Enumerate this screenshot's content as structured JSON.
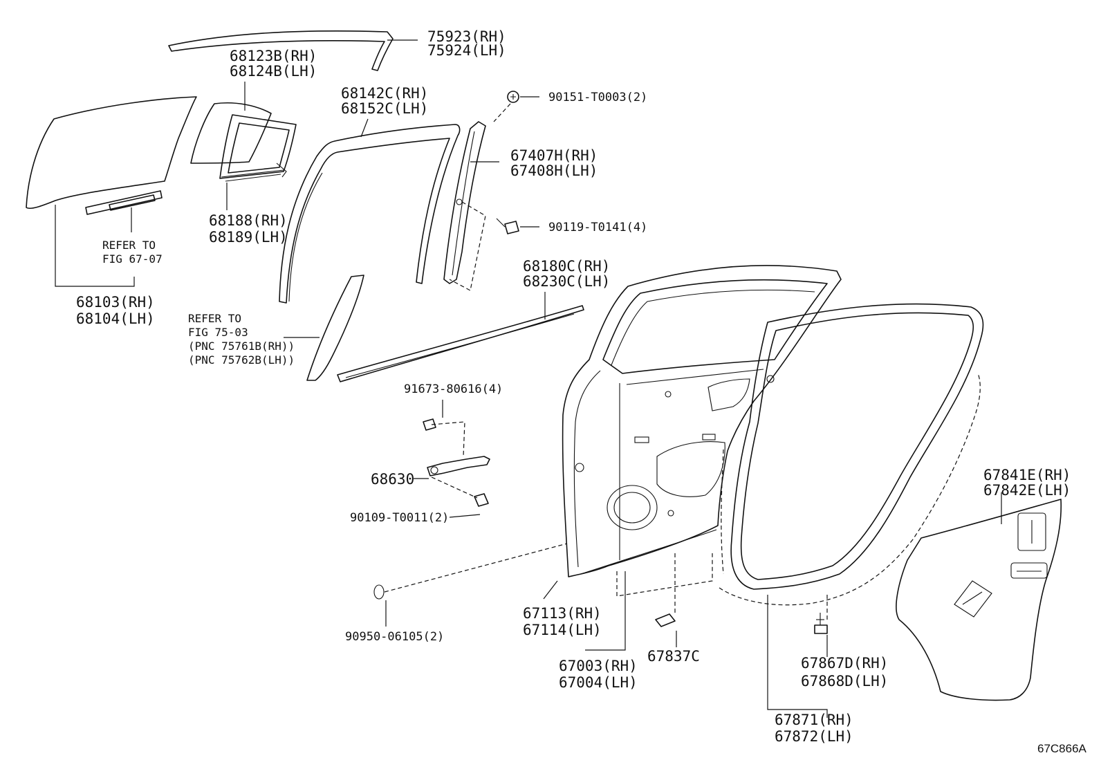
{
  "labels": {
    "p75923_rh": "75923(RH)",
    "p75924_lh": "75924(LH)",
    "p68123b_rh": "68123B(RH)",
    "p68124b_lh": "68124B(LH)",
    "p68142c_rh": "68142C(RH)",
    "p68152c_lh": "68152C(LH)",
    "p90151": "90151-T0003(2)",
    "p67407h_rh": "67407H(RH)",
    "p67408h_lh": "67408H(LH)",
    "p90119": "90119-T0141(4)",
    "p68188_rh": "68188(RH)",
    "p68189_lh": "68189(LH)",
    "refer_67_line1": "REFER TO",
    "refer_67_line2": "FIG 67-07",
    "p68180c_rh": "68180C(RH)",
    "p68230c_lh": "68230C(LH)",
    "p68103_rh": "68103(RH)",
    "p68104_lh": "68104(LH)",
    "refer_75_line1": "REFER TO",
    "refer_75_line2": "FIG 75-03",
    "refer_75_line3": "(PNC 75761B(RH))",
    "refer_75_line4": "(PNC 75762B(LH))",
    "p91673": "91673-80616(4)",
    "p68630": "68630",
    "p90109": "90109-T0011(2)",
    "p90950": "90950-06105(2)",
    "p67841e_rh": "67841E(RH)",
    "p67842e_lh": "67842E(LH)",
    "p67113_rh": "67113(RH)",
    "p67114_lh": "67114(LH)",
    "p67003_rh": "67003(RH)",
    "p67004_lh": "67004(LH)",
    "p67837c": "67837C",
    "p67867d_rh": "67867D(RH)",
    "p67868d_lh": "67868D(LH)",
    "p67871_rh": "67871(RH)",
    "p67872_lh": "67872(LH)",
    "figure_code": "67C866A"
  }
}
